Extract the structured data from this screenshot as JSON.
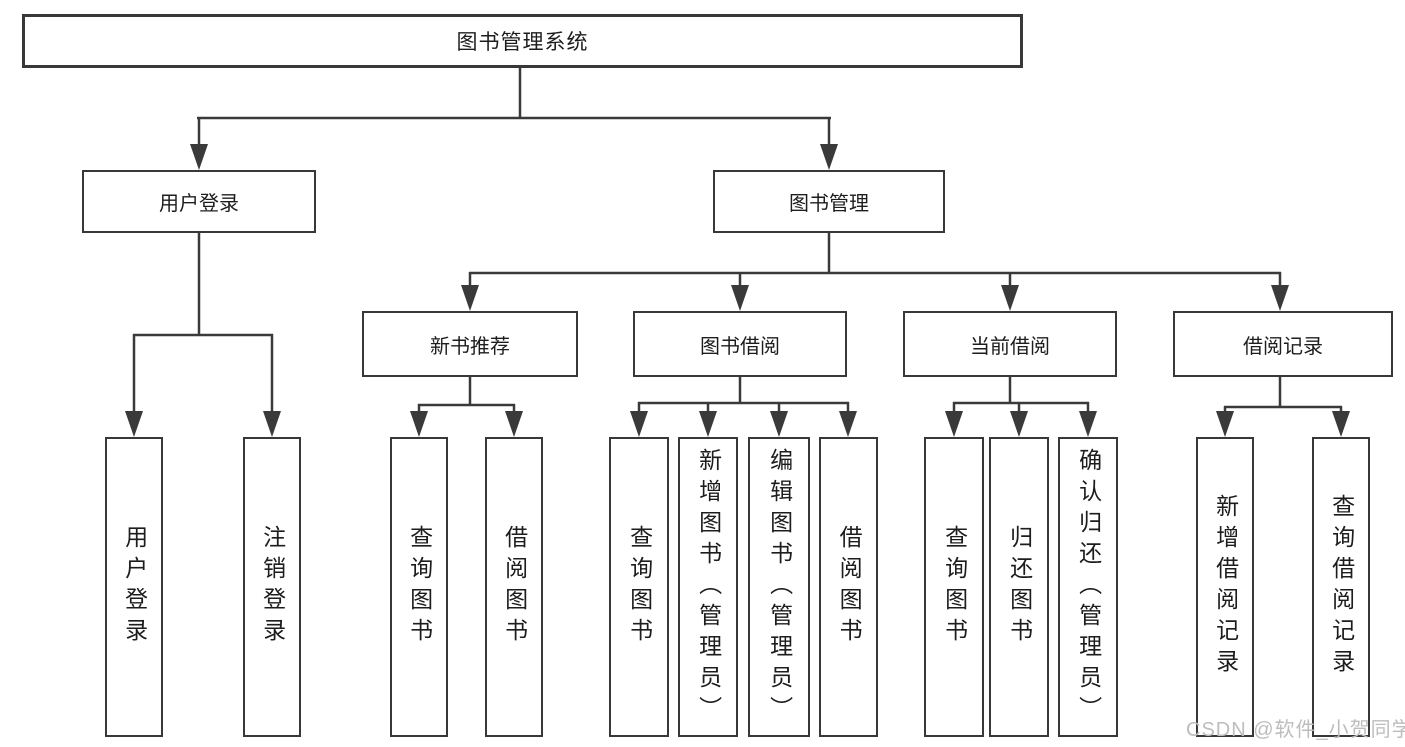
{
  "tree": {
    "label": "图书管理系统",
    "children": [
      {
        "label": "用户登录",
        "children": [
          {
            "label": "用户登录"
          },
          {
            "label": "注销登录"
          }
        ]
      },
      {
        "label": "图书管理",
        "children": [
          {
            "label": "新书推荐",
            "children": [
              {
                "label": "查询图书"
              },
              {
                "label": "借阅图书"
              }
            ]
          },
          {
            "label": "图书借阅",
            "children": [
              {
                "label": "查询图书"
              },
              {
                "label": "新增图书（管理员）"
              },
              {
                "label": "编辑图书（管理员）"
              },
              {
                "label": "借阅图书"
              }
            ]
          },
          {
            "label": "当前借阅",
            "children": [
              {
                "label": "查询图书"
              },
              {
                "label": "归还图书"
              },
              {
                "label": "确认归还（管理员）"
              }
            ]
          },
          {
            "label": "借阅记录",
            "children": [
              {
                "label": "新增借阅记录"
              },
              {
                "label": "查询借阅记录"
              }
            ]
          }
        ]
      }
    ]
  },
  "watermark": {
    "text": "CSDN @软件_小贺同学"
  },
  "colors": {
    "line": "#3a3a3a",
    "box_border": "#383838",
    "text": "#1d1d1d",
    "watermark": "#bdbdbd",
    "background": "#ffffff"
  }
}
